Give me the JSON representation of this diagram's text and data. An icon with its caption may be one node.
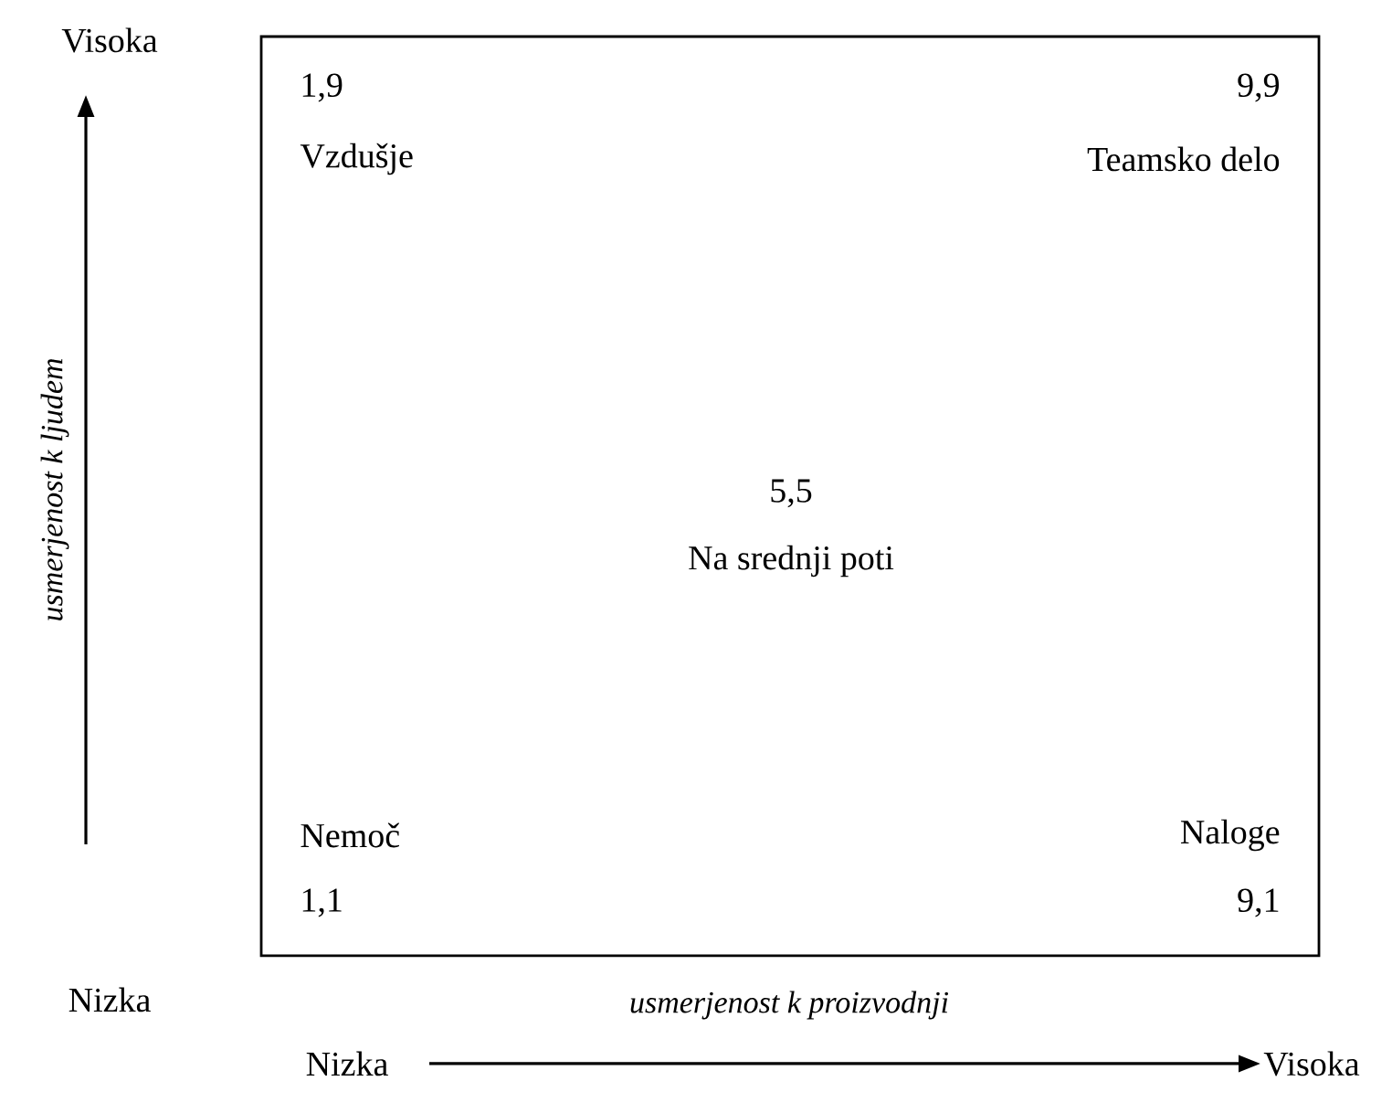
{
  "diagram": {
    "nodes": [
      {
        "text": [
          "1,9",
          "Vzdušje",
          "9,9",
          "Teamsko delo",
          "5,5",
          "Na srednji poti",
          "Nemoč",
          "1,1",
          "Naloge",
          "9,1"
        ]
      }
    ],
    "labels": [
      "Visoka",
      "usmerjenost k ljudem",
      "Nizka",
      "usmerjenost k proizvodnji",
      "Nizka",
      "Visoka"
    ]
  }
}
